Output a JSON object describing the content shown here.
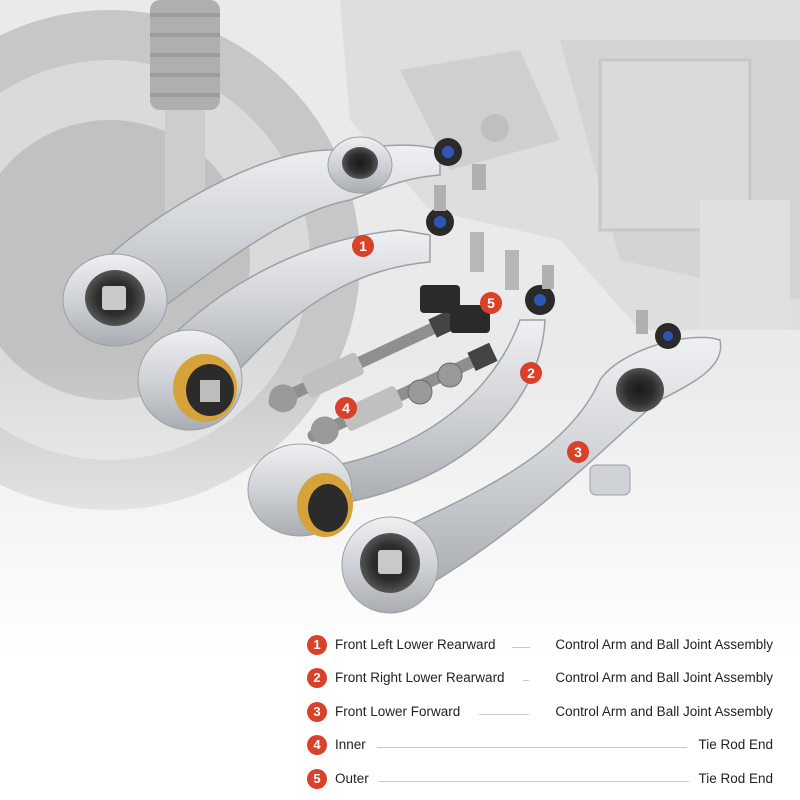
{
  "colors": {
    "badge": "#d9412b",
    "arm": "#d4d6d9",
    "background_photo": "#bfbfbf"
  },
  "callouts": [
    {
      "number": "1"
    },
    {
      "number": "2"
    },
    {
      "number": "3"
    },
    {
      "number": "4"
    },
    {
      "number": "5"
    }
  ],
  "legend": [
    {
      "number": "1",
      "position": "Front Left Lower Rearward",
      "part": "Control Arm and Ball Joint Assembly"
    },
    {
      "number": "2",
      "position": "Front Right Lower Rearward",
      "part": "Control Arm and Ball Joint Assembly"
    },
    {
      "number": "3",
      "position": "Front Lower Forward",
      "part": "Control Arm and Ball Joint Assembly"
    },
    {
      "number": "4",
      "position": "Inner",
      "part": "Tie Rod End"
    },
    {
      "number": "5",
      "position": "Outer",
      "part": "Tie Rod End"
    }
  ]
}
